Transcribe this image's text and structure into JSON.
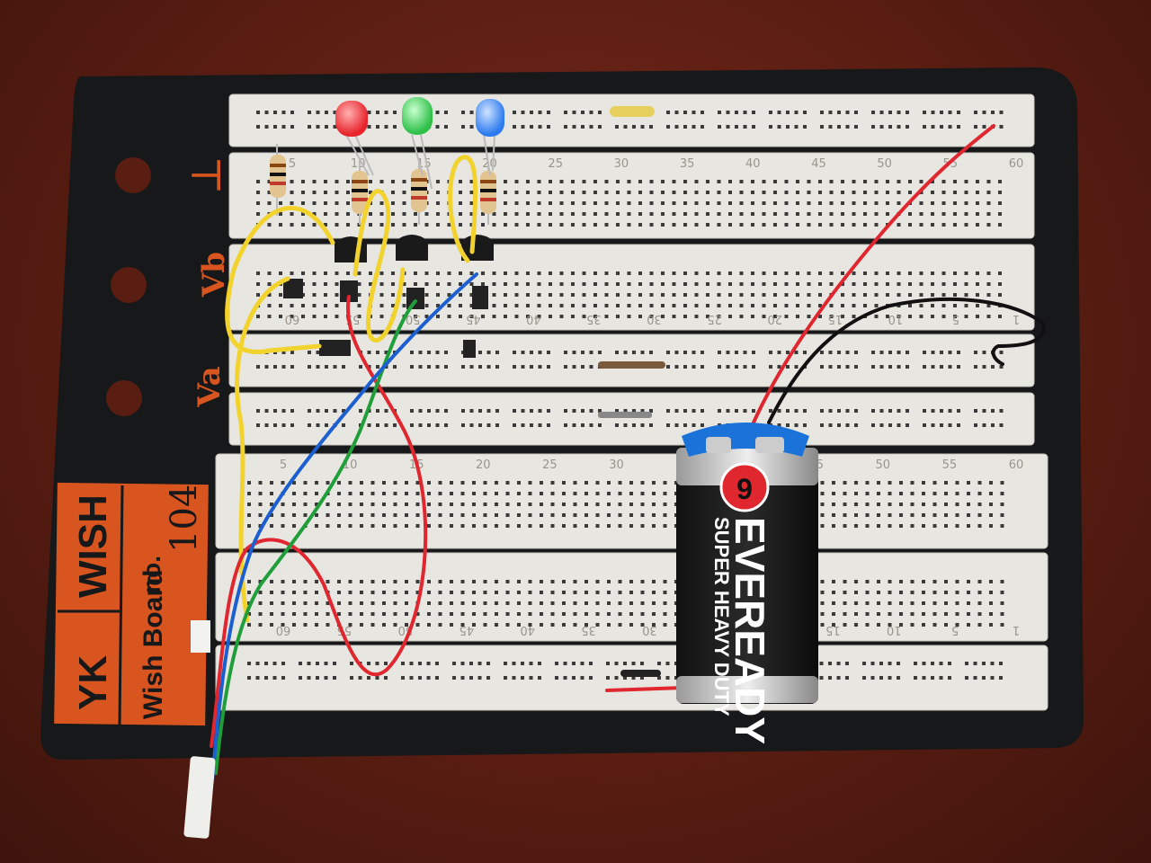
{
  "board": {
    "brand": "WISH",
    "model_line": "Wish Board",
    "no_label": "no.",
    "model_number": "104",
    "terminal_ground": "⊥",
    "terminal_vb": "Vb",
    "terminal_va": "Va",
    "strip_top_numbers": [
      "5",
      "10",
      "15",
      "20",
      "25",
      "30",
      "35",
      "40",
      "45",
      "50",
      "55",
      "60"
    ],
    "strip_bottom_numbers": [
      "60",
      "55",
      "50",
      "45",
      "40",
      "35",
      "30",
      "25",
      "20",
      "15",
      "10",
      "5",
      "1"
    ]
  },
  "battery": {
    "brand": "EVEREADY",
    "tagline": "SUPER HEAVY DUTY",
    "logo_digit": "9"
  },
  "colors": {
    "table": "#5a1d12",
    "board_black": "#17181a",
    "breadboard": "#e8e6e1",
    "orange": "#d9551f",
    "wire_red": "#e0262e",
    "wire_green": "#1f9e3a",
    "wire_blue": "#1b5fd1",
    "wire_yellow": "#f2d22c",
    "wire_black": "#111111",
    "led_red": "#e8232b",
    "led_green": "#2fc04a",
    "led_blue": "#2d7bf0"
  }
}
